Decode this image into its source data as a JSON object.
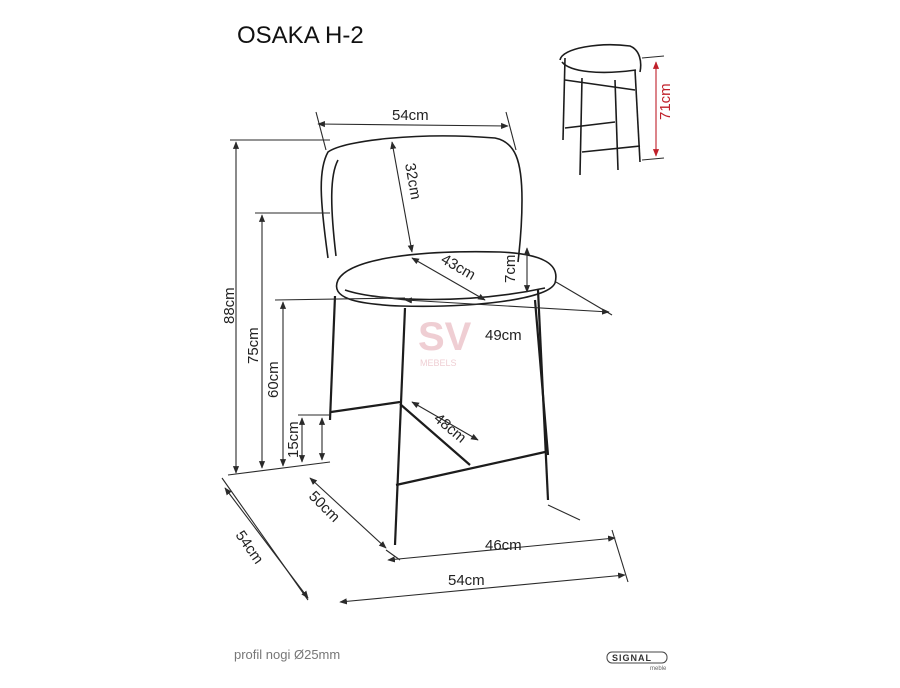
{
  "title": "OSAKA H-2",
  "dimensions": {
    "back_width": "54cm",
    "back_height": "32cm",
    "seat_depth": "43cm",
    "seat_thickness": "7cm",
    "seat_width": "49cm",
    "total_height": "88cm",
    "seat_height": "75cm",
    "armrest_height": "60cm",
    "footrest_height": "15cm",
    "footrest_depth": "48cm",
    "base_depth": "50cm",
    "base_width": "46cm",
    "total_depth": "54cm",
    "total_width": "54cm",
    "inset_height": "71cm"
  },
  "footer": {
    "leg_profile": "profil nogi Ø25mm",
    "brand_label": "SIGNAL",
    "brand_sub": "meble"
  },
  "watermark": {
    "text": "SV",
    "sub": "MEBELS",
    "color": "#e3a7b0"
  },
  "colors": {
    "accent_red": "#c0202a",
    "line": "#2a2a2a"
  }
}
